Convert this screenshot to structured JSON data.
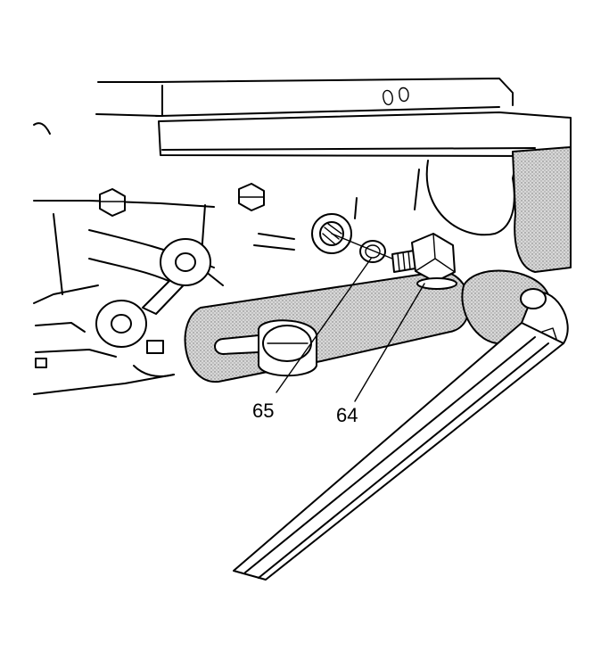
{
  "callouts": [
    {
      "id": "seal",
      "label": "65"
    },
    {
      "id": "bolt",
      "label": "64"
    }
  ],
  "icons": [
    "bolt-icon",
    "seal-ring-icon",
    "wrench-icon"
  ]
}
